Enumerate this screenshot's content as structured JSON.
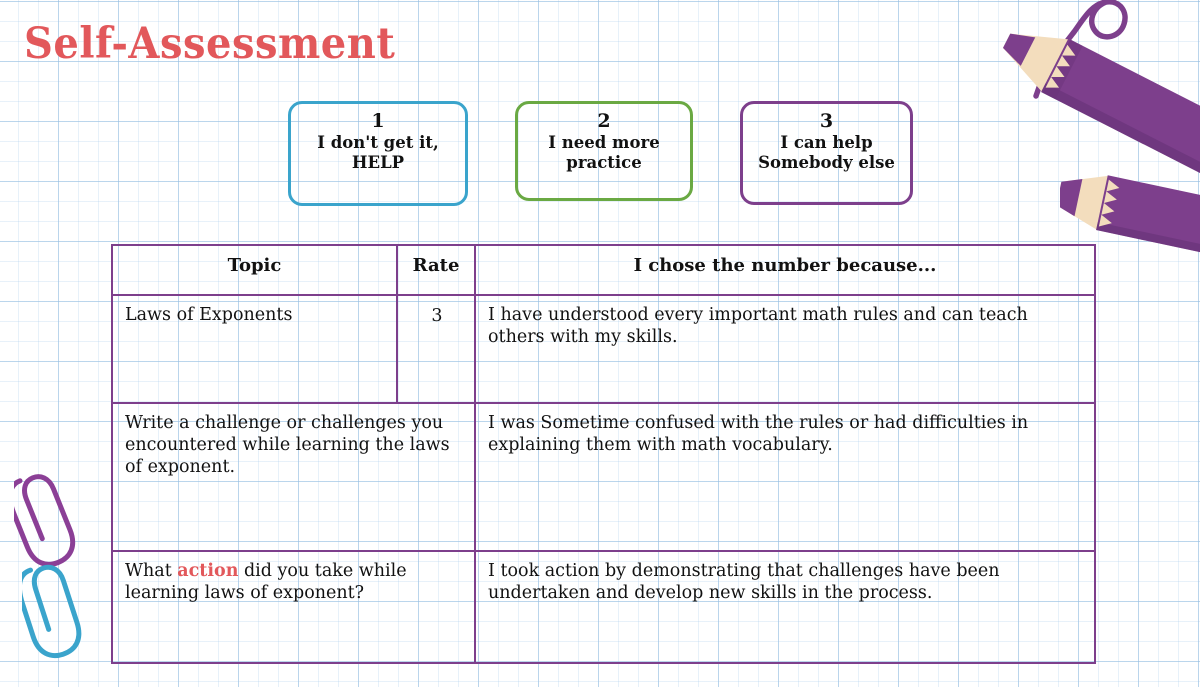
{
  "page": {
    "title": "Self-Assessment",
    "title_color": "#e2585b",
    "background": "graph-paper"
  },
  "rating_scale": {
    "options": [
      {
        "number": "1",
        "description": "I don't get it,\nHELP",
        "color": "#3aa4cc"
      },
      {
        "number": "2",
        "description": "I need more\npractice",
        "color": "#6aa943"
      },
      {
        "number": "3",
        "description": "I can help\nSomebody else",
        "color": "#7d3f8c"
      }
    ]
  },
  "table": {
    "border_color": "#7d3f8c",
    "headers": {
      "topic": "Topic",
      "rate": "Rate",
      "reason": "I chose the number because..."
    },
    "header_colors": {
      "topic": "#4f9b33",
      "rate": "#e2585b",
      "reason": "#4ba8cc"
    },
    "rows": [
      {
        "topic": "Laws of Exponents",
        "rate": "3",
        "reason": "I have understood every important math rules and can teach others with my skills."
      },
      {
        "prompt_before": "Write a challenge or challenges you encountered while learning the laws of exponent.",
        "answer": "I was Sometime confused with the rules or had difficulties in explaining them with math vocabulary."
      },
      {
        "prompt_a": "What ",
        "prompt_highlight": "action",
        "prompt_b": " did you take while learning laws of exponent?",
        "highlight_color": "#e2585b",
        "answer": "I took action by demonstrating  that challenges have been undertaken and develop new skills in the process."
      }
    ]
  },
  "decorations": {
    "pencil_color": "#7d3f8c",
    "pencil_wood_color": "#f3ddbd",
    "paperclip_purple": "#8b3f96",
    "paperclip_blue": "#3aa4cc",
    "doodle_color": "#7d3f8c"
  }
}
